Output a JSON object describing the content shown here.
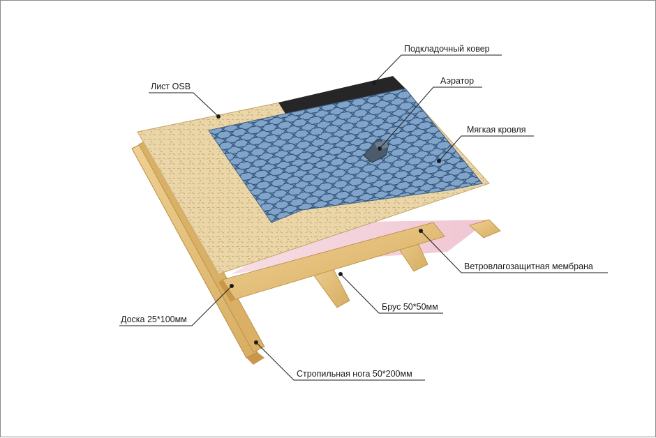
{
  "diagram": {
    "labels": {
      "underlay_carpet": "Подкладочный ковер",
      "osb_sheet": "Лист OSB",
      "aerator": "Аэратор",
      "soft_roof": "Мягкая кровля",
      "membrane": "Ветровлагозащитная мембрана",
      "batten": "Брус 50*50мм",
      "board": "Доска 25*100мм",
      "rafter": "Стропильная нога 50*200мм"
    },
    "colors": {
      "osb": "#e8d4a6",
      "shingle": "#6f93bb",
      "shingle_line": "#2f4d72",
      "underlay": "#262626",
      "membrane": "#f3d3dc",
      "wood": "#e3c27a",
      "wood_dark": "#c99a4c"
    }
  }
}
